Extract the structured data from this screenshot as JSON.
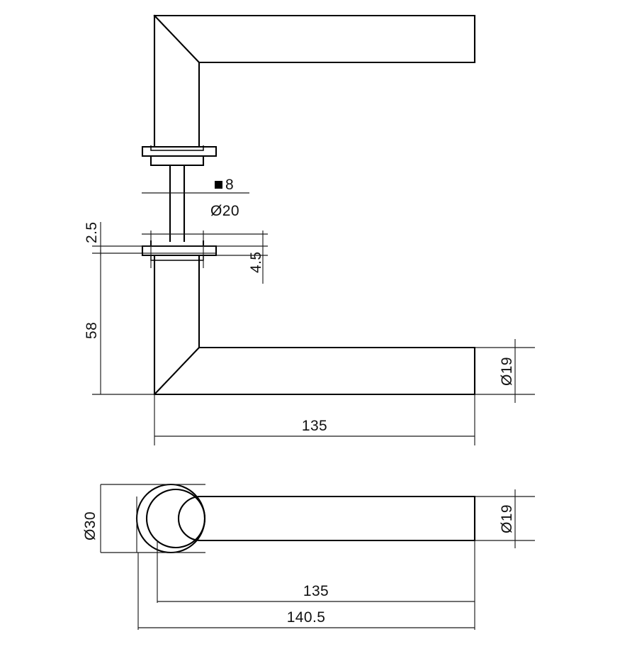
{
  "drawing": {
    "title": "Door handle technical drawing",
    "units": "mm",
    "background_color": "#ffffff",
    "line_color": "#000000",
    "dimension_color": "#1a1a1a",
    "views": [
      {
        "name": "side-elevation-view",
        "description": "Side elevation of L-shaped lever handle with rose and spindle"
      },
      {
        "name": "plan-view",
        "description": "Plan view of lever handle with circular rose"
      }
    ],
    "dimensions": {
      "spindle_square": "8",
      "spindle_square_symbol": "■",
      "rose_neck_diameter": "Ø20",
      "rose_plate_thickness": "4.5",
      "rose_flange_thickness": "2.5",
      "lever_height": "58",
      "lever_bar_diameter_side": "Ø19",
      "lever_length_side": "135",
      "rose_diameter_plan": "Ø30",
      "lever_bar_diameter_plan": "Ø19",
      "lever_length_plan": "135",
      "overall_length_plan": "140.5"
    }
  }
}
